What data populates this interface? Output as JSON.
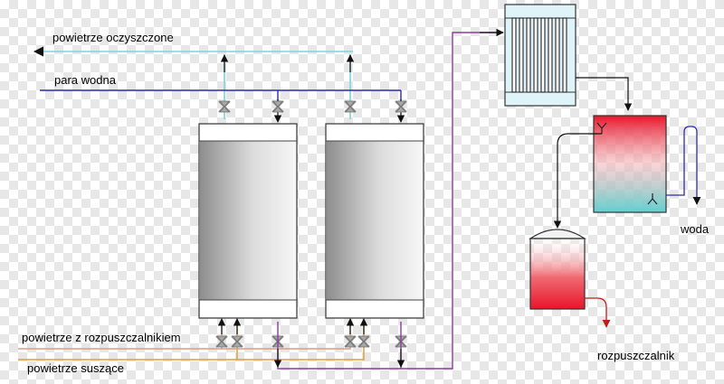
{
  "labels": {
    "purified_air": "powietrze oczyszczone",
    "steam": "para wodna",
    "air_with_solvent": "powietrze z rozpuszczalnikiem",
    "drying_air": "powietrze suszące",
    "water": "woda",
    "solvent": "rozpuszczalnik"
  },
  "colors": {
    "purified_air_line": "#7fd3dc",
    "steam_line": "#2b2bb0",
    "solvent_air_line": "#e09c84",
    "drying_air_line": "#d9a040",
    "transfer_line": "#8a3e9c",
    "separator_red": "#e8162a",
    "separator_cyan": "#5fd0cf",
    "condenser_fill": "#dff4f8"
  },
  "icons": {
    "valve": "valve-icon",
    "arrow": "arrow-icon"
  }
}
